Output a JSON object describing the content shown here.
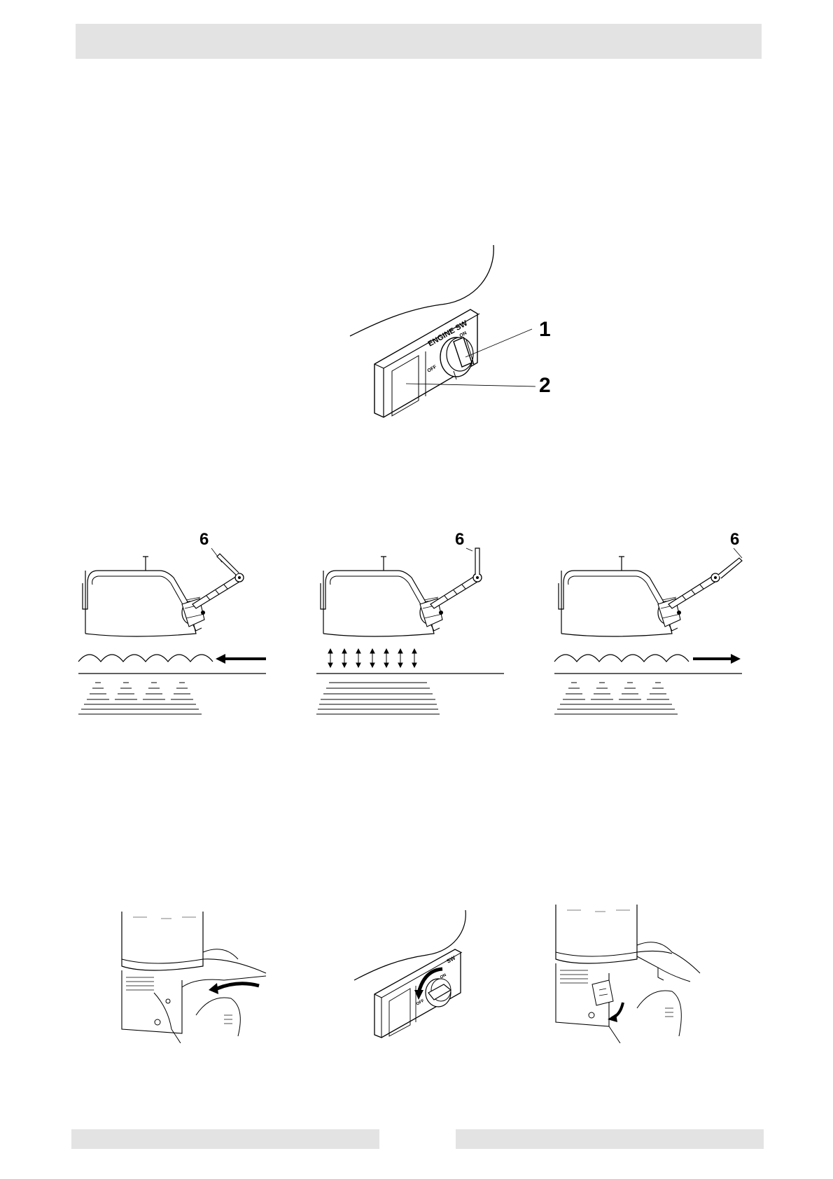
{
  "figure1": {
    "panel_title": "ENGINE SW",
    "on_label": "ON",
    "off_label": "OFF",
    "callouts": [
      "1",
      "2"
    ]
  },
  "figure2": {
    "callout_left": "6",
    "callout_middle": "6",
    "callout_right": "6"
  },
  "figure3": {
    "switch_panel_short": "SW",
    "switch_on_label": "ON",
    "switch_off_label": "OFF"
  }
}
